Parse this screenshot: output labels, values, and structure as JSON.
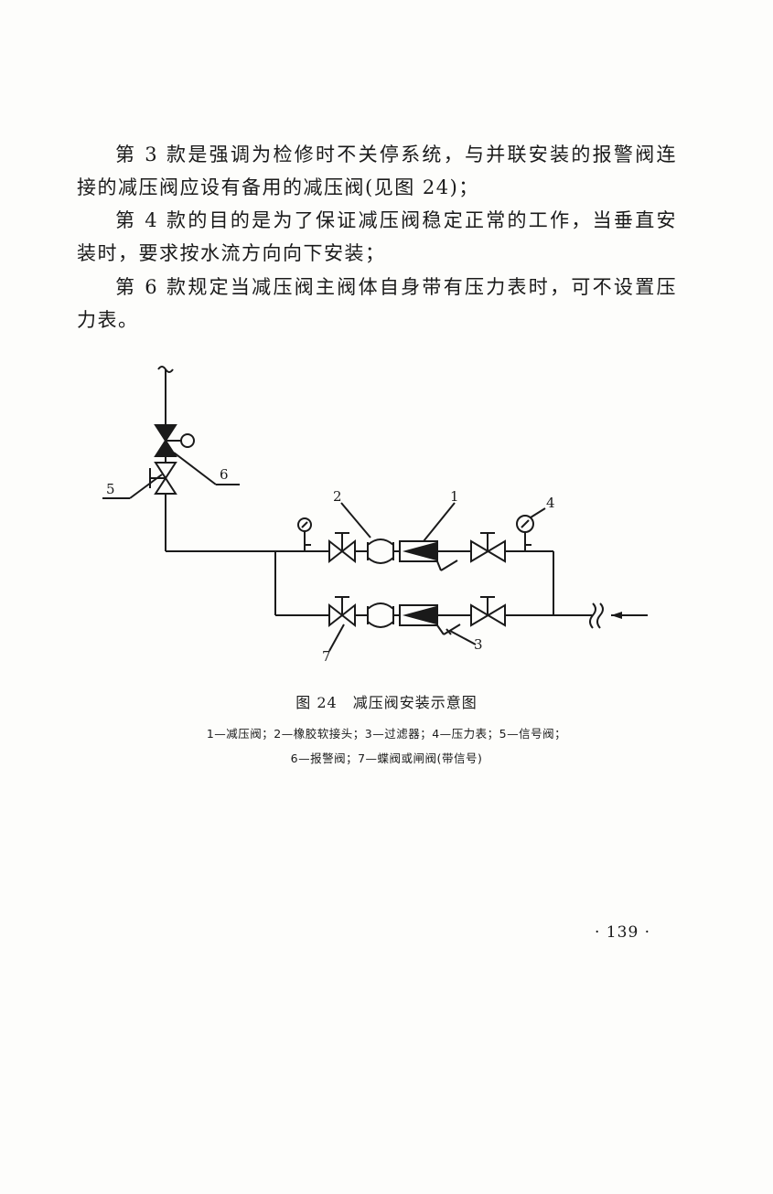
{
  "paragraphs": [
    "第 3 款是强调为检修时不关停系统，与并联安装的报警阀连接的减压阀应设有备用的减压阀(见图 24)；",
    "第 4 款的目的是为了保证减压阀稳定正常的工作，当垂直安装时，要求按水流方向向下安装；",
    "第 6 款规定当减压阀主阀体自身带有压力表时，可不设置压力表。"
  ],
  "figure": {
    "title": "图 24　减压阀安装示意图",
    "legend_line1": "1—减压阀；2—橡胶软接头；3—过滤器；4—压力表；5—信号阀；",
    "legend_line2": "6—报警阀；7—蝶阀或闸阀(带信号)",
    "labels": {
      "l1": "1",
      "l2": "2",
      "l3": "3",
      "l4": "4",
      "l5": "5",
      "l6": "6",
      "l7": "7"
    }
  },
  "page_number": "· 139 ·"
}
